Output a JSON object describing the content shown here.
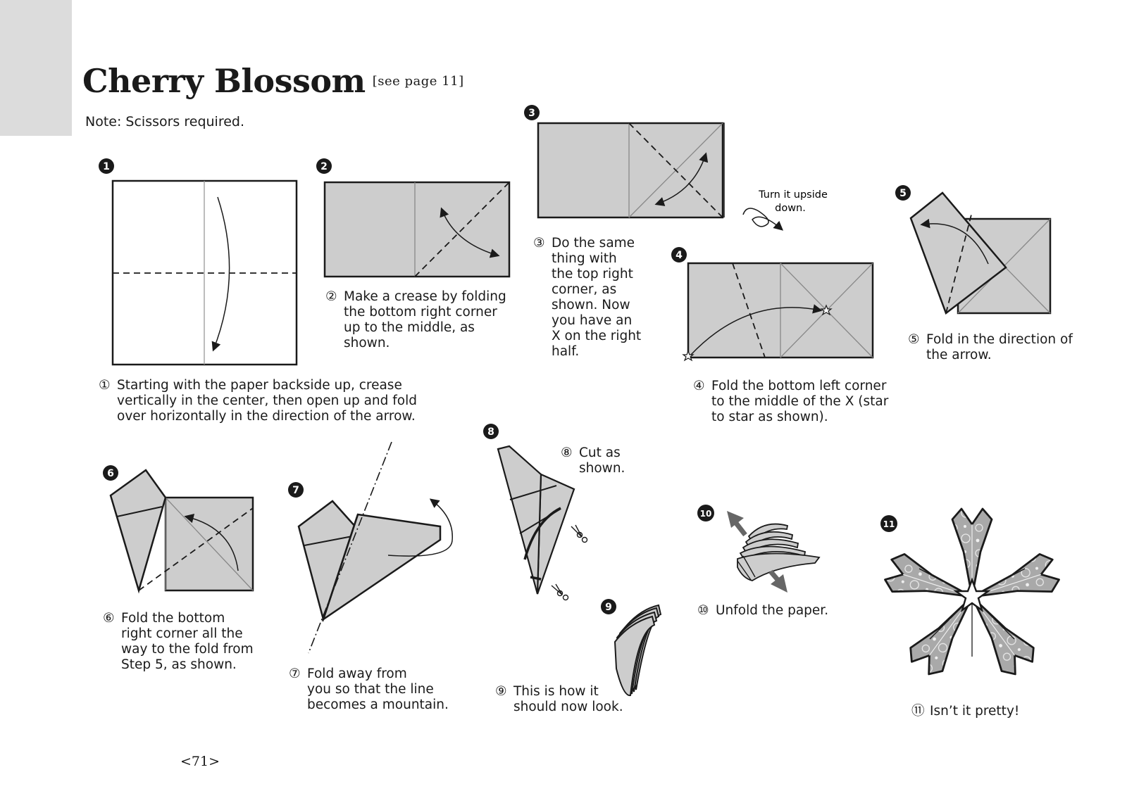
{
  "header": {
    "title": "Cherry Blossom",
    "page_ref": "[see page 11]",
    "note": "Note: Scissors required."
  },
  "steps": [
    {
      "badge": "1",
      "marker": "①",
      "lines": [
        "Starting with the paper backside up, crease",
        "vertically in the center, then open up and fold",
        "over horizontally in the direction of the arrow."
      ]
    },
    {
      "badge": "2",
      "marker": "②",
      "lines": [
        "Make a crease by folding",
        "the bottom right corner",
        "up to the middle, as",
        "shown."
      ]
    },
    {
      "badge": "3",
      "marker": "③",
      "lines": [
        "Do the same",
        "thing with",
        "the top right",
        "corner, as",
        "shown. Now",
        "you have an",
        "X on the right",
        "half."
      ]
    },
    {
      "badge": "4",
      "marker": "④",
      "lines": [
        "Fold the bottom left corner",
        "to the middle of the X (star",
        "to star as shown)."
      ]
    },
    {
      "badge": "5",
      "marker": "⑤",
      "lines": [
        "Fold in the direction of",
        "the arrow."
      ]
    },
    {
      "badge": "6",
      "marker": "⑥",
      "lines": [
        "Fold the bottom",
        "right corner all the",
        "way to the fold from",
        "Step 5, as shown."
      ]
    },
    {
      "badge": "7",
      "marker": "⑦",
      "lines": [
        "Fold away from",
        "you so that the line",
        "becomes a mountain."
      ]
    },
    {
      "badge": "8",
      "marker": "⑧",
      "lines": [
        "Cut as",
        "shown."
      ]
    },
    {
      "badge": "9",
      "marker": "⑨",
      "lines": [
        "This is how it",
        "should now look."
      ]
    },
    {
      "badge": "10",
      "marker": "⑩",
      "lines": [
        "Unfold the paper."
      ]
    },
    {
      "badge": "11",
      "marker": "⑪",
      "lines": [
        "Isn’t it pretty!"
      ]
    }
  ],
  "turn_note": [
    "Turn it upside",
    "down."
  ],
  "footer": {
    "page_number": "<71>"
  },
  "colors": {
    "paper": "#cdcdcd",
    "ink": "#1a1a1a",
    "tab": "#dcdcdc",
    "flower": "#a8a8a8"
  },
  "icons": [
    "scissors-icon",
    "star-icon",
    "curved-arrow-icon",
    "loop-arrow-icon"
  ]
}
